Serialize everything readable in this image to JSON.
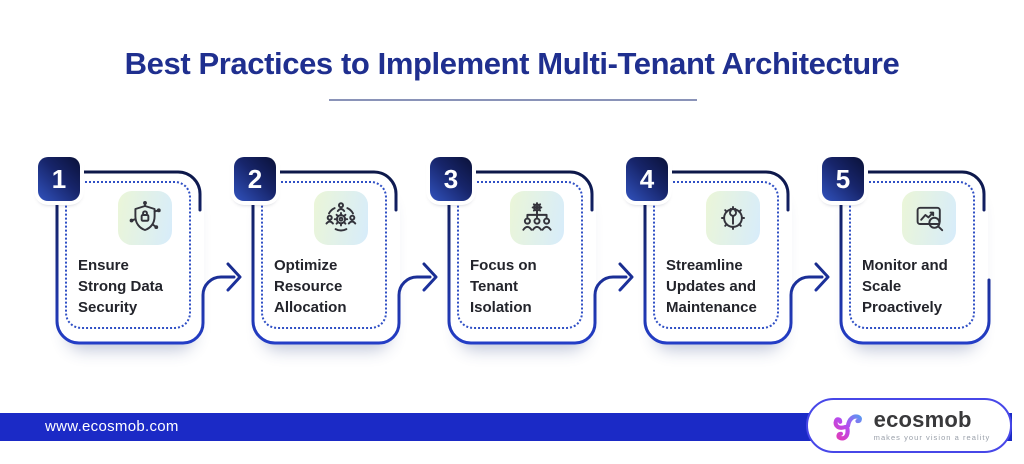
{
  "title": {
    "text": "Best Practices to Implement Multi-Tenant Architecture"
  },
  "steps": [
    {
      "number": "1",
      "icon": "shield-lock-icon",
      "lines": [
        "Ensure",
        "Strong Data",
        "Security"
      ]
    },
    {
      "number": "2",
      "icon": "resource-allocation-icon",
      "lines": [
        "Optimize",
        "Resource",
        "Allocation"
      ]
    },
    {
      "number": "3",
      "icon": "tenant-isolation-icon",
      "lines": [
        "Focus on",
        "Tenant",
        "Isolation"
      ]
    },
    {
      "number": "4",
      "icon": "maintenance-gear-icon",
      "lines": [
        "Streamline",
        "Updates and",
        "Maintenance"
      ]
    },
    {
      "number": "5",
      "icon": "monitor-magnifier-icon",
      "lines": [
        "Monitor and",
        "Scale",
        "Proactively"
      ]
    }
  ],
  "footer": {
    "website": "www.ecosmob.com",
    "brand": {
      "name": "ecosmob",
      "tagline": "makes your vision a reality"
    }
  },
  "colors": {
    "title_text": "#1f2f8f",
    "title_underline": "#8a93b8",
    "connector_dark": "#0b1540",
    "connector_blue": "#2540cf",
    "dotted_border": "#3050c5",
    "badge_gradient": [
      "#3152bd",
      "#0a1138"
    ],
    "icon_tile_gradient": [
      "#ebf6d8",
      "#d7ecfb"
    ],
    "footer_bar": "#1b2ac6",
    "logo_border": "#4747e8",
    "logo_mark_gradient": [
      "#ff2f92",
      "#b44cf0",
      "#22c7f2"
    ]
  }
}
